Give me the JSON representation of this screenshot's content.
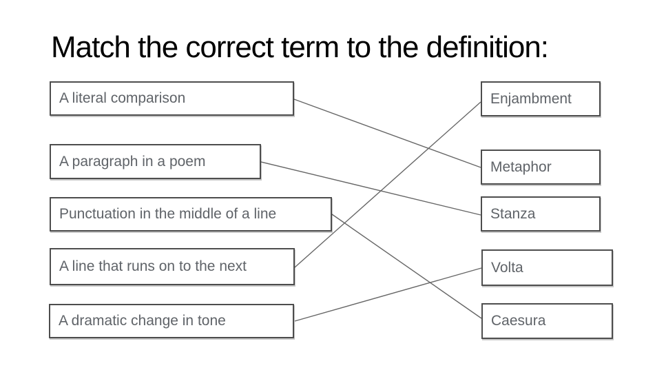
{
  "title": "Match the correct term to the definition:",
  "colors": {
    "background": "#ffffff",
    "title_text": "#000000",
    "box_border": "#4d4d4d",
    "box_text": "#5f6368",
    "connector_line": "#666666"
  },
  "definitions": [
    {
      "label": "A literal comparison"
    },
    {
      "label": "A paragraph in a poem"
    },
    {
      "label": "Punctuation in the middle of a line"
    },
    {
      "label": "A line that runs on to the next"
    },
    {
      "label": "A dramatic change in tone"
    }
  ],
  "terms": [
    {
      "label": "Enjambment"
    },
    {
      "label": "Metaphor"
    },
    {
      "label": "Stanza"
    },
    {
      "label": "Volta"
    },
    {
      "label": "Caesura"
    }
  ],
  "connections": [
    {
      "definition": "A literal comparison",
      "term": "Metaphor"
    },
    {
      "definition": "A paragraph in a poem",
      "term": "Stanza"
    },
    {
      "definition": "Punctuation in the middle of a line",
      "term": "Caesura"
    },
    {
      "definition": "A line that runs on to the next",
      "term": "Enjambment"
    },
    {
      "definition": "A dramatic change in tone",
      "term": "Volta"
    }
  ]
}
